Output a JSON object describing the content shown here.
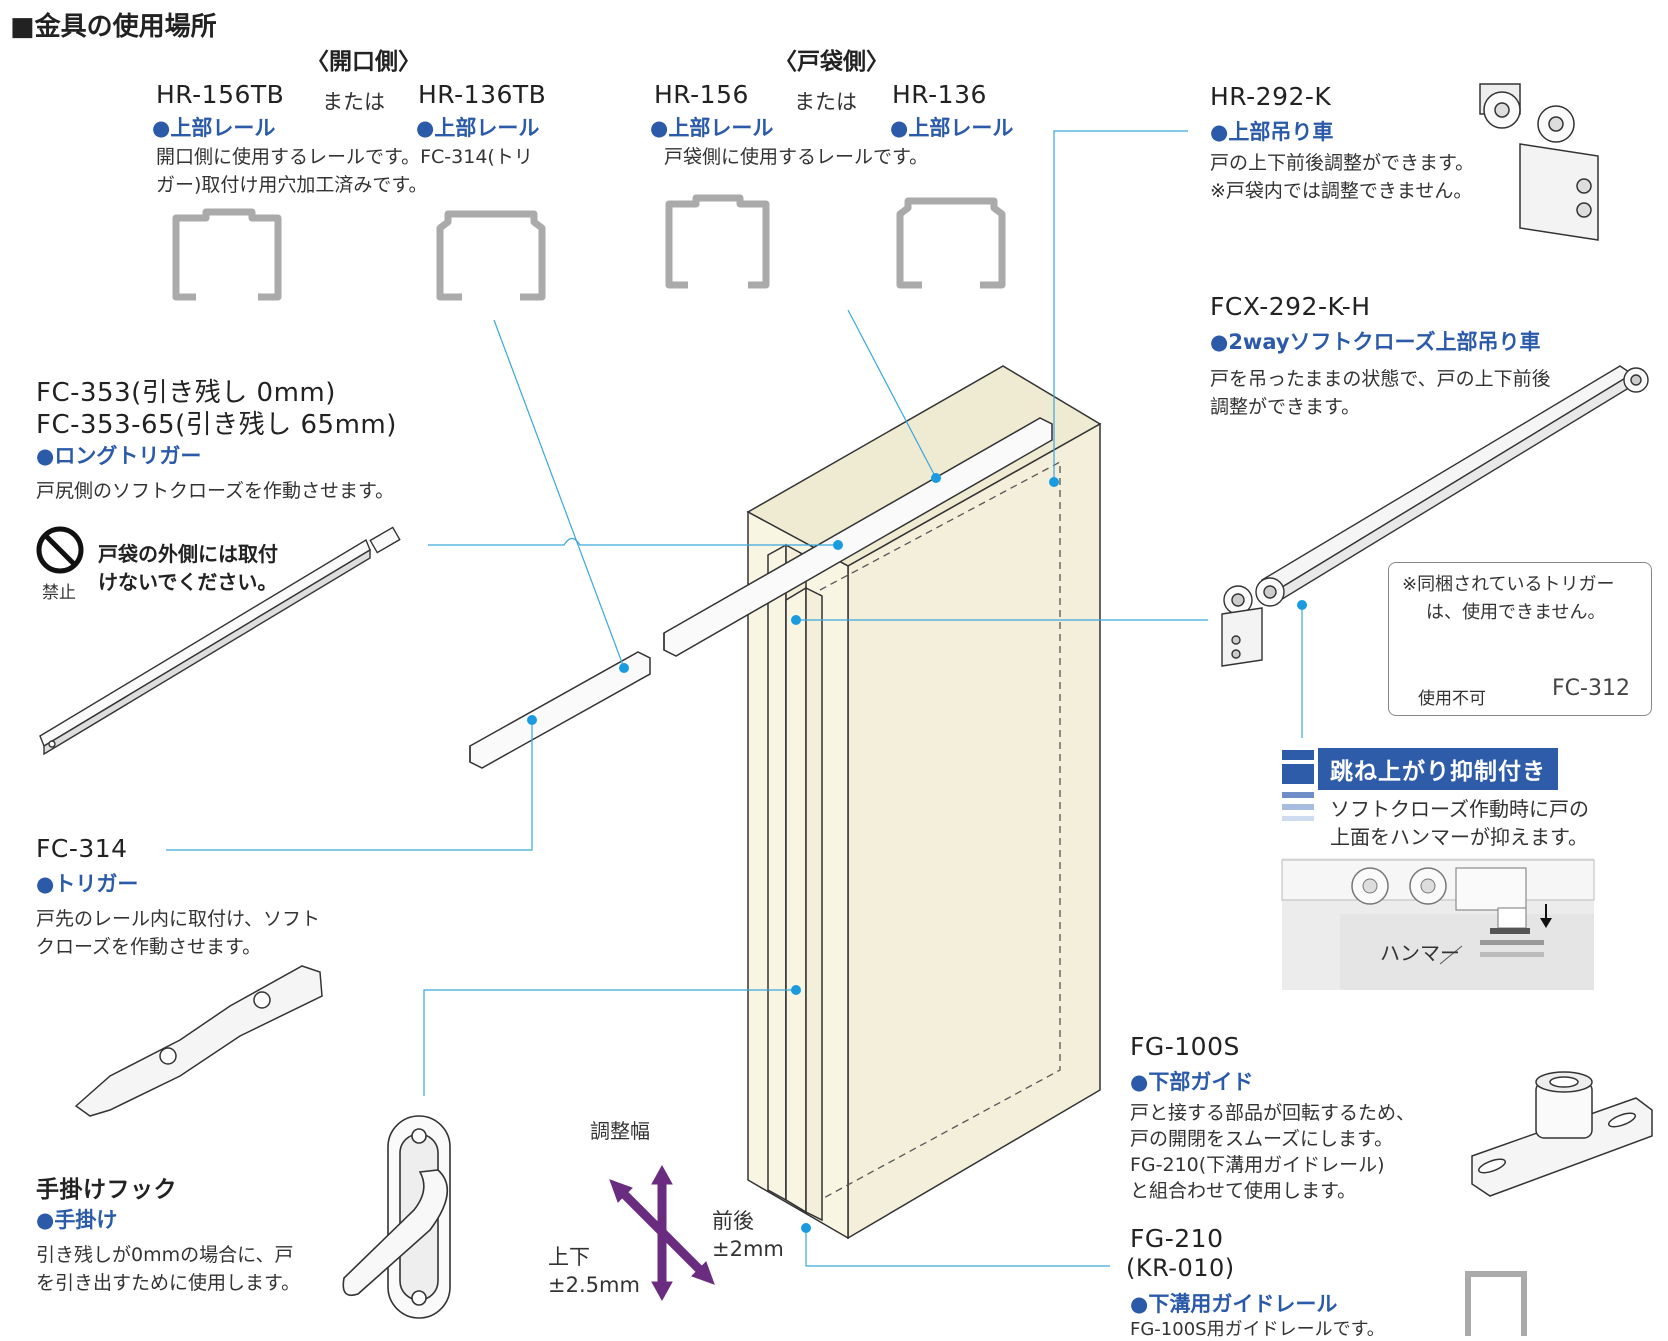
{
  "header": {
    "title": "■金具の使用場所"
  },
  "opening_side": {
    "heading": "〈開口側〉",
    "model_a": "HR-156TB",
    "or": "または",
    "model_b": "HR-136TB",
    "feature_a": "●上部レール",
    "feature_b": "●上部レール",
    "desc_line1": "開口側に使用するレールです。FC-314(トリ",
    "desc_line2": "ガー)取付け用穴加工済みです。"
  },
  "pocket_side": {
    "heading": "〈戸袋側〉",
    "model_a": "HR-156",
    "or": "または",
    "model_b": "HR-136",
    "feature_a": "●上部レール",
    "feature_b": "●上部レール",
    "desc": "戸袋側に使用するレールです。"
  },
  "hr292k": {
    "model": "HR-292-K",
    "feature": "●上部吊り車",
    "desc_line1": "戸の上下前後調整ができます。",
    "desc_line2": "※戸袋内では調整できません。"
  },
  "fcx292kh": {
    "model": "FCX-292-K-H",
    "feature": "●2wayソフトクローズ上部吊り車",
    "desc_line1": "戸を吊ったままの状態で、戸の上下前後",
    "desc_line2": "調整ができます。"
  },
  "fc353": {
    "model_line1": "FC-353(引き残し 0mm)",
    "model_line2": "FC-353-65(引き残し 65mm)",
    "feature": "●ロングトリガー",
    "desc": "戸尻側のソフトクローズを作動させます。",
    "prohibit_label": "禁止",
    "warning_line1": "戸袋の外側には取付",
    "warning_line2": "けないでください。"
  },
  "trigger_note": {
    "line1": "※同梱されているトリガー",
    "line2": "は、使用できません。",
    "unusable": "使用不可",
    "part": "FC-312"
  },
  "bounce": {
    "badge": "跳ね上がり抑制付き",
    "desc_line1": "ソフトクローズ作動時に戸の",
    "desc_line2": "上面をハンマーが抑えます。",
    "hammer_label": "ハンマー"
  },
  "fc314": {
    "model": "FC-314",
    "feature": "●トリガー",
    "desc_line1": "戸先のレール内に取付け、ソフト",
    "desc_line2": "クローズを作動させます。"
  },
  "handle": {
    "model": "手掛けフック",
    "feature": "●手掛け",
    "desc_line1": "引き残しが0mmの場合に、戸",
    "desc_line2": "を引き出すために使用します。"
  },
  "adjust": {
    "title": "調整幅",
    "fb_label": "前後",
    "fb_value": "±2mm",
    "ud_label": "上下",
    "ud_value": "±2.5mm"
  },
  "fg100s": {
    "model": "FG-100S",
    "feature": "●下部ガイド",
    "desc_line1": "戸と接する部品が回転するため、",
    "desc_line2": "戸の開閉をスムーズにします。",
    "desc_line3": "FG-210(下溝用ガイドレール)",
    "desc_line4": "と組合わせて使用します。"
  },
  "fg210": {
    "model": "FG-210",
    "sub": "(KR-010)",
    "feature": "●下溝用ガイドレール",
    "desc": "FG-100S用ガイドレールです。"
  },
  "colors": {
    "accent": "#2b5aa8",
    "leader": "#3aa6dd",
    "panel": "#f8f5e3",
    "arrow": "#6a2c7e"
  }
}
